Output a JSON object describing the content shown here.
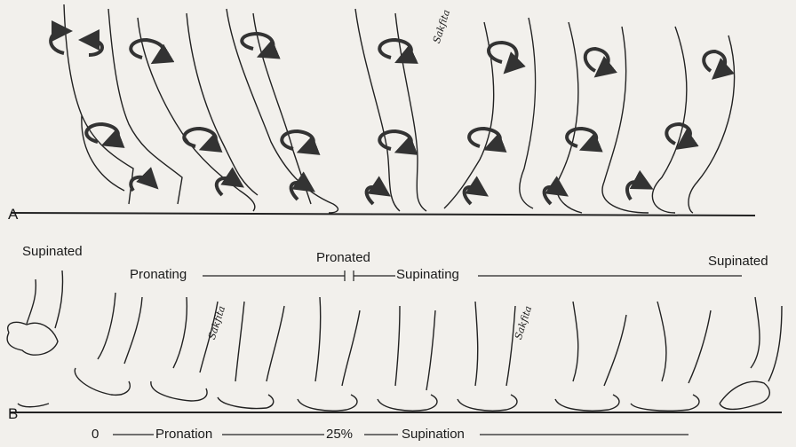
{
  "panel_a": {
    "letter": "A"
  },
  "panel_b": {
    "letter": "B",
    "phase_labels": {
      "supinated_left": "Supinated",
      "pronating": "Pronating",
      "pronated": "Pronated",
      "supinating": "Supinating",
      "supinated_right": "Supinated"
    },
    "timeline": {
      "start": "0",
      "pronation": "Pronation",
      "mid": "25%",
      "supination": "Supination"
    }
  },
  "signature": "Sakfita"
}
